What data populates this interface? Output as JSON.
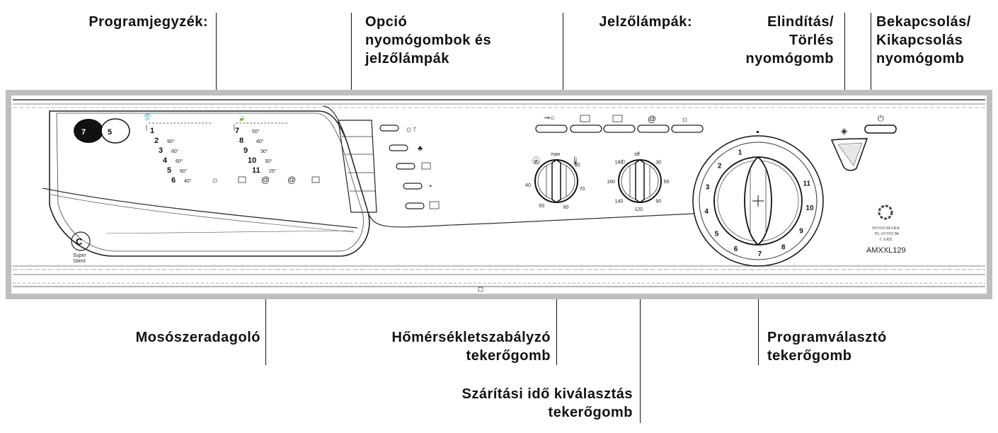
{
  "callouts": {
    "program_list": "Programjegyzék:",
    "option_buttons": "Opció\nnyomógombok és\njelzőlámpák",
    "indicator_lamps": "Jelzőlámpák:",
    "start_cancel": "Elindítás/\nTörlés\nnyomógomb",
    "power": "Bekapcsolás/\nKikapcsolás\nnyomógomb",
    "detergent": "Mosószeradagoló",
    "temperature_knob": "Hőmérsékletszabályzó\ntekerőgomb",
    "drying_knob": "Szárítási idő kiválasztás\ntekerőgomb",
    "program_knob": "Programválasztó\ntekerőgomb"
  },
  "panel": {
    "capacity_wash": "7",
    "capacity_dry": "5",
    "super_silent_line1": "Super",
    "super_silent_line2": "Silent",
    "model": "AMXXL129",
    "woolmark_line1": "WOOLMARK",
    "woolmark_line2": "PLATINUM",
    "woolmark_line3": "CARE",
    "program_list_left": [
      {
        "num": "1",
        "temp": ""
      },
      {
        "num": "2",
        "temp": "90°"
      },
      {
        "num": "3",
        "temp": "60°"
      },
      {
        "num": "4",
        "temp": "60°"
      },
      {
        "num": "5",
        "temp": "60°"
      },
      {
        "num": "6",
        "temp": "40°"
      }
    ],
    "program_list_right": [
      {
        "num": "7",
        "temp": "50°"
      },
      {
        "num": "8",
        "temp": "40°"
      },
      {
        "num": "9",
        "temp": "30°"
      },
      {
        "num": "10",
        "temp": "30°"
      },
      {
        "num": "11",
        "temp": "25°"
      }
    ],
    "temp_knob_labels": [
      "max",
      "80",
      "70",
      "60",
      "50",
      "40",
      "30"
    ],
    "dry_knob_labels": [
      "off",
      "180",
      "160",
      "140",
      "120",
      "90",
      "60",
      "30"
    ],
    "program_knob_numbers": [
      "1",
      "2",
      "3",
      "4",
      "5",
      "6",
      "7",
      "8",
      "9",
      "10",
      "11"
    ]
  },
  "colors": {
    "panel_frame": "#bfbfbf",
    "ink": "#111111"
  }
}
